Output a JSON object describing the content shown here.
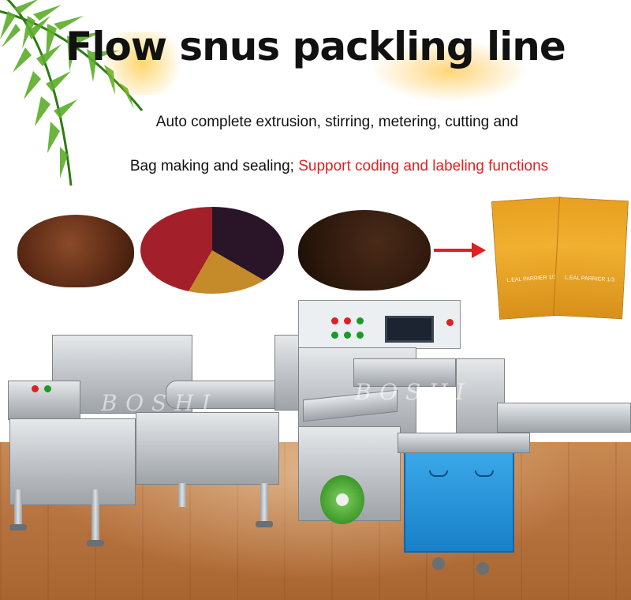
{
  "title": "Flow snus packling line",
  "subtitle_line1": "Auto complete extrusion, stirring, metering, cutting and",
  "subtitle_line2_black": "Bag making and sealing; ",
  "subtitle_line2_red": "Support coding and labeling functions",
  "watermark_left": "BOSHI",
  "watermark_right": "BOSHI",
  "package_label": "L.EAL PARRIER 1/3",
  "colors": {
    "accent_red": "#e02020",
    "cabinet_blue": "#1e8ad6",
    "title": "#111111"
  },
  "icons": {
    "arrow": "arrow-right-icon"
  }
}
